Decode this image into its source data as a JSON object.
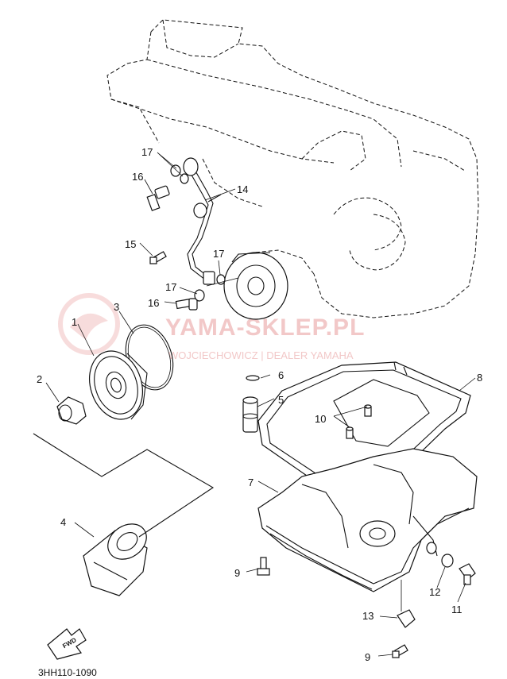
{
  "diagram_code": "3HH110-1090",
  "watermark": {
    "title": "YAMA-SKLEP.PL",
    "subtitle": "WOJCIECHOWICZ | DEALER YAMAHA"
  },
  "fwd_label": "FWD",
  "callouts": {
    "c1": "1",
    "c2": "2",
    "c3": "3",
    "c4": "4",
    "c5": "5",
    "c6": "6",
    "c7": "7",
    "c8": "8",
    "c9a": "9",
    "c9b": "9",
    "c10": "10",
    "c11": "11",
    "c12": "12",
    "c13": "13",
    "c14": "14",
    "c15": "15",
    "c16a": "16",
    "c16b": "16",
    "c17a": "17",
    "c17b": "17",
    "c17c": "17"
  }
}
